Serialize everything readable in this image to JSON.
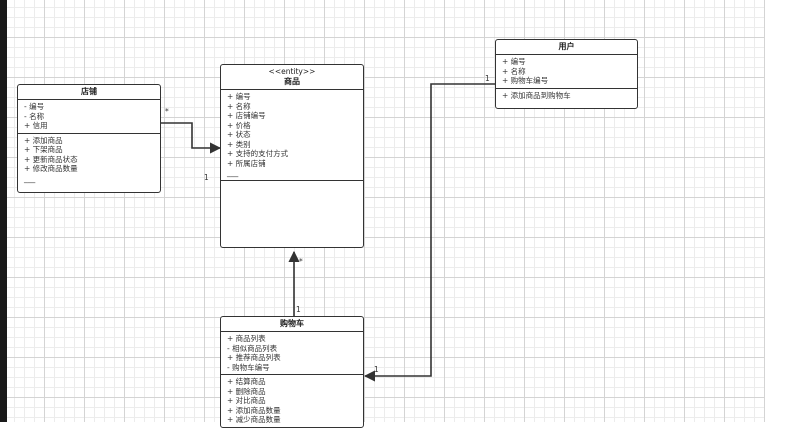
{
  "classes": {
    "store": {
      "name": "店铺",
      "attributes": [
        "- 编号",
        "- 名称",
        "+ 信用"
      ],
      "operations": [
        "+ 添加商品",
        "+ 下架商品",
        "+ 更新商品状态",
        "+ 修改商品数量",
        "___"
      ]
    },
    "product": {
      "stereotype": "<<entity>>",
      "name": "商品",
      "attributes": [
        "+ 编号",
        "+ 名称",
        "+ 店铺编号",
        "+ 价格",
        "+ 状态",
        "+ 类别",
        "+ 支持的支付方式",
        "+ 所属店铺",
        "___"
      ],
      "operations": []
    },
    "user": {
      "name": "用户",
      "attributes": [
        "+ 编号",
        "+ 名称",
        "+ 购物车编号"
      ],
      "operations": [
        "+ 添加商品到购物车",
        "___"
      ]
    },
    "cart": {
      "name": "购物车",
      "attributes": [
        "+ 商品列表",
        "- 相似商品列表",
        "+ 推荐商品列表",
        "- 购物车编号"
      ],
      "operations": [
        "+ 结算商品",
        "+ 删除商品",
        "+ 对比商品",
        "+ 添加商品数量",
        "+ 减少商品数量"
      ]
    }
  },
  "multiplicities": {
    "store_product_store_end": "*",
    "store_product_product_end": "1",
    "cart_product_product_end": "*",
    "cart_product_cart_end": "1",
    "user_cart_user_end": "1",
    "user_cart_cart_end": "1"
  },
  "colors": {
    "line": "#333333",
    "grid_major": "#d4d4d4",
    "grid_minor": "#ececec",
    "rail": "#1a1a1a"
  }
}
